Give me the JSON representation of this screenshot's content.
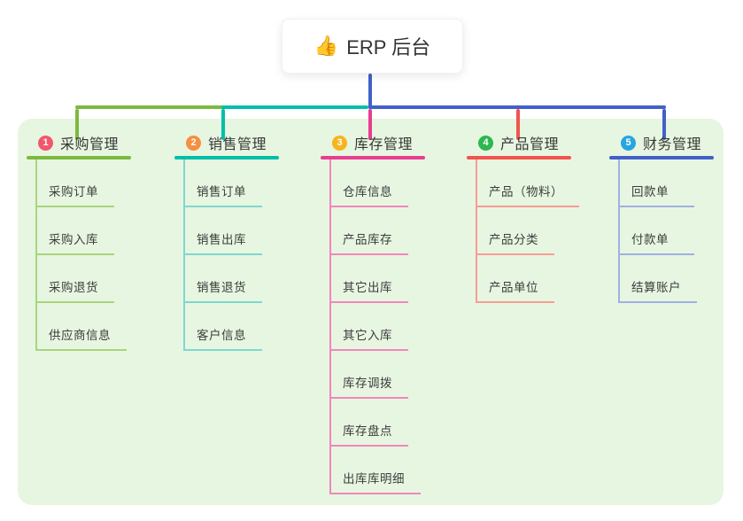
{
  "root": {
    "label": "ERP 后台",
    "icon": "thumbs-up-emoji",
    "emoji": "👍"
  },
  "palette": {
    "panel_bg": "#e7f6e1",
    "trunk_color": "#4161c8",
    "text_color": "#383838"
  },
  "branches": [
    {
      "index": "1",
      "label": "采购管理",
      "badge_color": "#f2576b",
      "line_color": "#7cb93f",
      "light_color": "#a9d57d",
      "children": [
        "采购订单",
        "采购入库",
        "采购退货",
        "供应商信息"
      ]
    },
    {
      "index": "2",
      "label": "销售管理",
      "badge_color": "#f68f40",
      "line_color": "#00bfa9",
      "light_color": "#7fd8cc",
      "children": [
        "销售订单",
        "销售出库",
        "销售退货",
        "客户信息"
      ]
    },
    {
      "index": "3",
      "label": "库存管理",
      "badge_color": "#f6b41f",
      "line_color": "#e83d92",
      "light_color": "#f287ba",
      "children": [
        "仓库信息",
        "产品库存",
        "其它出库",
        "其它入库",
        "库存调拨",
        "库存盘点",
        "出库库明细"
      ]
    },
    {
      "index": "4",
      "label": "产品管理",
      "badge_color": "#2eb750",
      "line_color": "#f2544d",
      "light_color": "#f79d95",
      "children": [
        "产品（物料）",
        "产品分类",
        "产品单位"
      ]
    },
    {
      "index": "5",
      "label": "财务管理",
      "badge_color": "#27a5e1",
      "line_color": "#4161c8",
      "light_color": "#9fb1e4",
      "children": [
        "回款单",
        "付款单",
        "结算账户"
      ]
    }
  ]
}
